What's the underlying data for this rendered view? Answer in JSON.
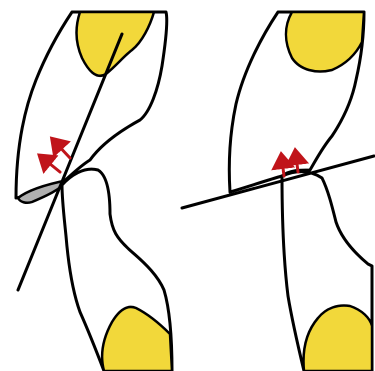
{
  "colors": {
    "background": "#ffffff",
    "outline": "#000000",
    "pulp": "#f2d83a",
    "contact_area": "#b0b0b0",
    "force_arrow": "#c0141a"
  },
  "panels": [
    {
      "id": "left",
      "contact": "occlusal-contact-with-worn-facet",
      "force_arrows": 2,
      "arrow_direction": "upper-left"
    },
    {
      "id": "right",
      "contact": "cusp-to-cusp-contact",
      "force_arrows": 2,
      "arrow_direction": "up"
    }
  ]
}
